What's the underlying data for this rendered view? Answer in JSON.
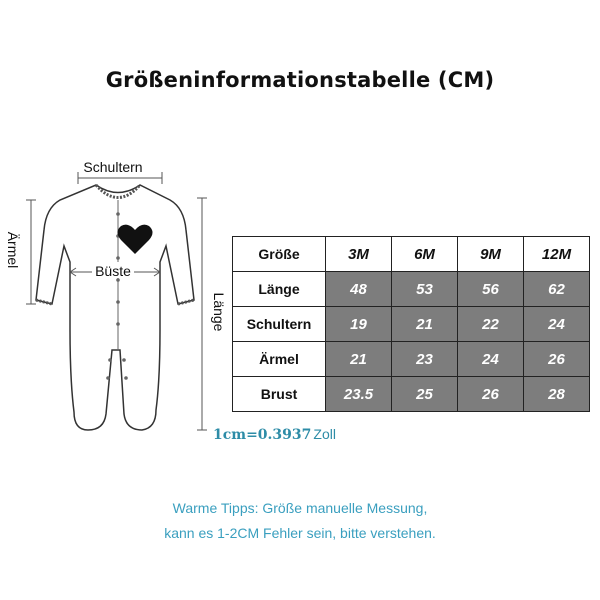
{
  "title": "Größeninformationstabelle (CM)",
  "diagram": {
    "label_shoulders": "Schultern",
    "label_sleeve": "Ärmel",
    "label_chest": "Büste",
    "label_length": "Länge"
  },
  "table": {
    "corner": "Größe",
    "columns": [
      "3M",
      "6M",
      "9M",
      "12M"
    ],
    "rows": [
      {
        "label": "Länge",
        "values": [
          "48",
          "53",
          "56",
          "62"
        ]
      },
      {
        "label": "Schultern",
        "values": [
          "19",
          "21",
          "22",
          "24"
        ]
      },
      {
        "label": "Ärmel",
        "values": [
          "21",
          "23",
          "24",
          "26"
        ]
      },
      {
        "label": "Brust",
        "values": [
          "23.5",
          "25",
          "26",
          "28"
        ]
      }
    ],
    "value_bg": "#7d7d7d"
  },
  "conversion": {
    "value": "1cm=0.3937",
    "unit": "Zoll"
  },
  "tips": {
    "line1": "Warme Tipps: Größe manuelle Messung,",
    "line2": "kann es 1-2CM Fehler sein, bitte verstehen."
  },
  "colors": {
    "accent": "#3a9fbf",
    "table_value_bg": "#7d7d7d"
  }
}
